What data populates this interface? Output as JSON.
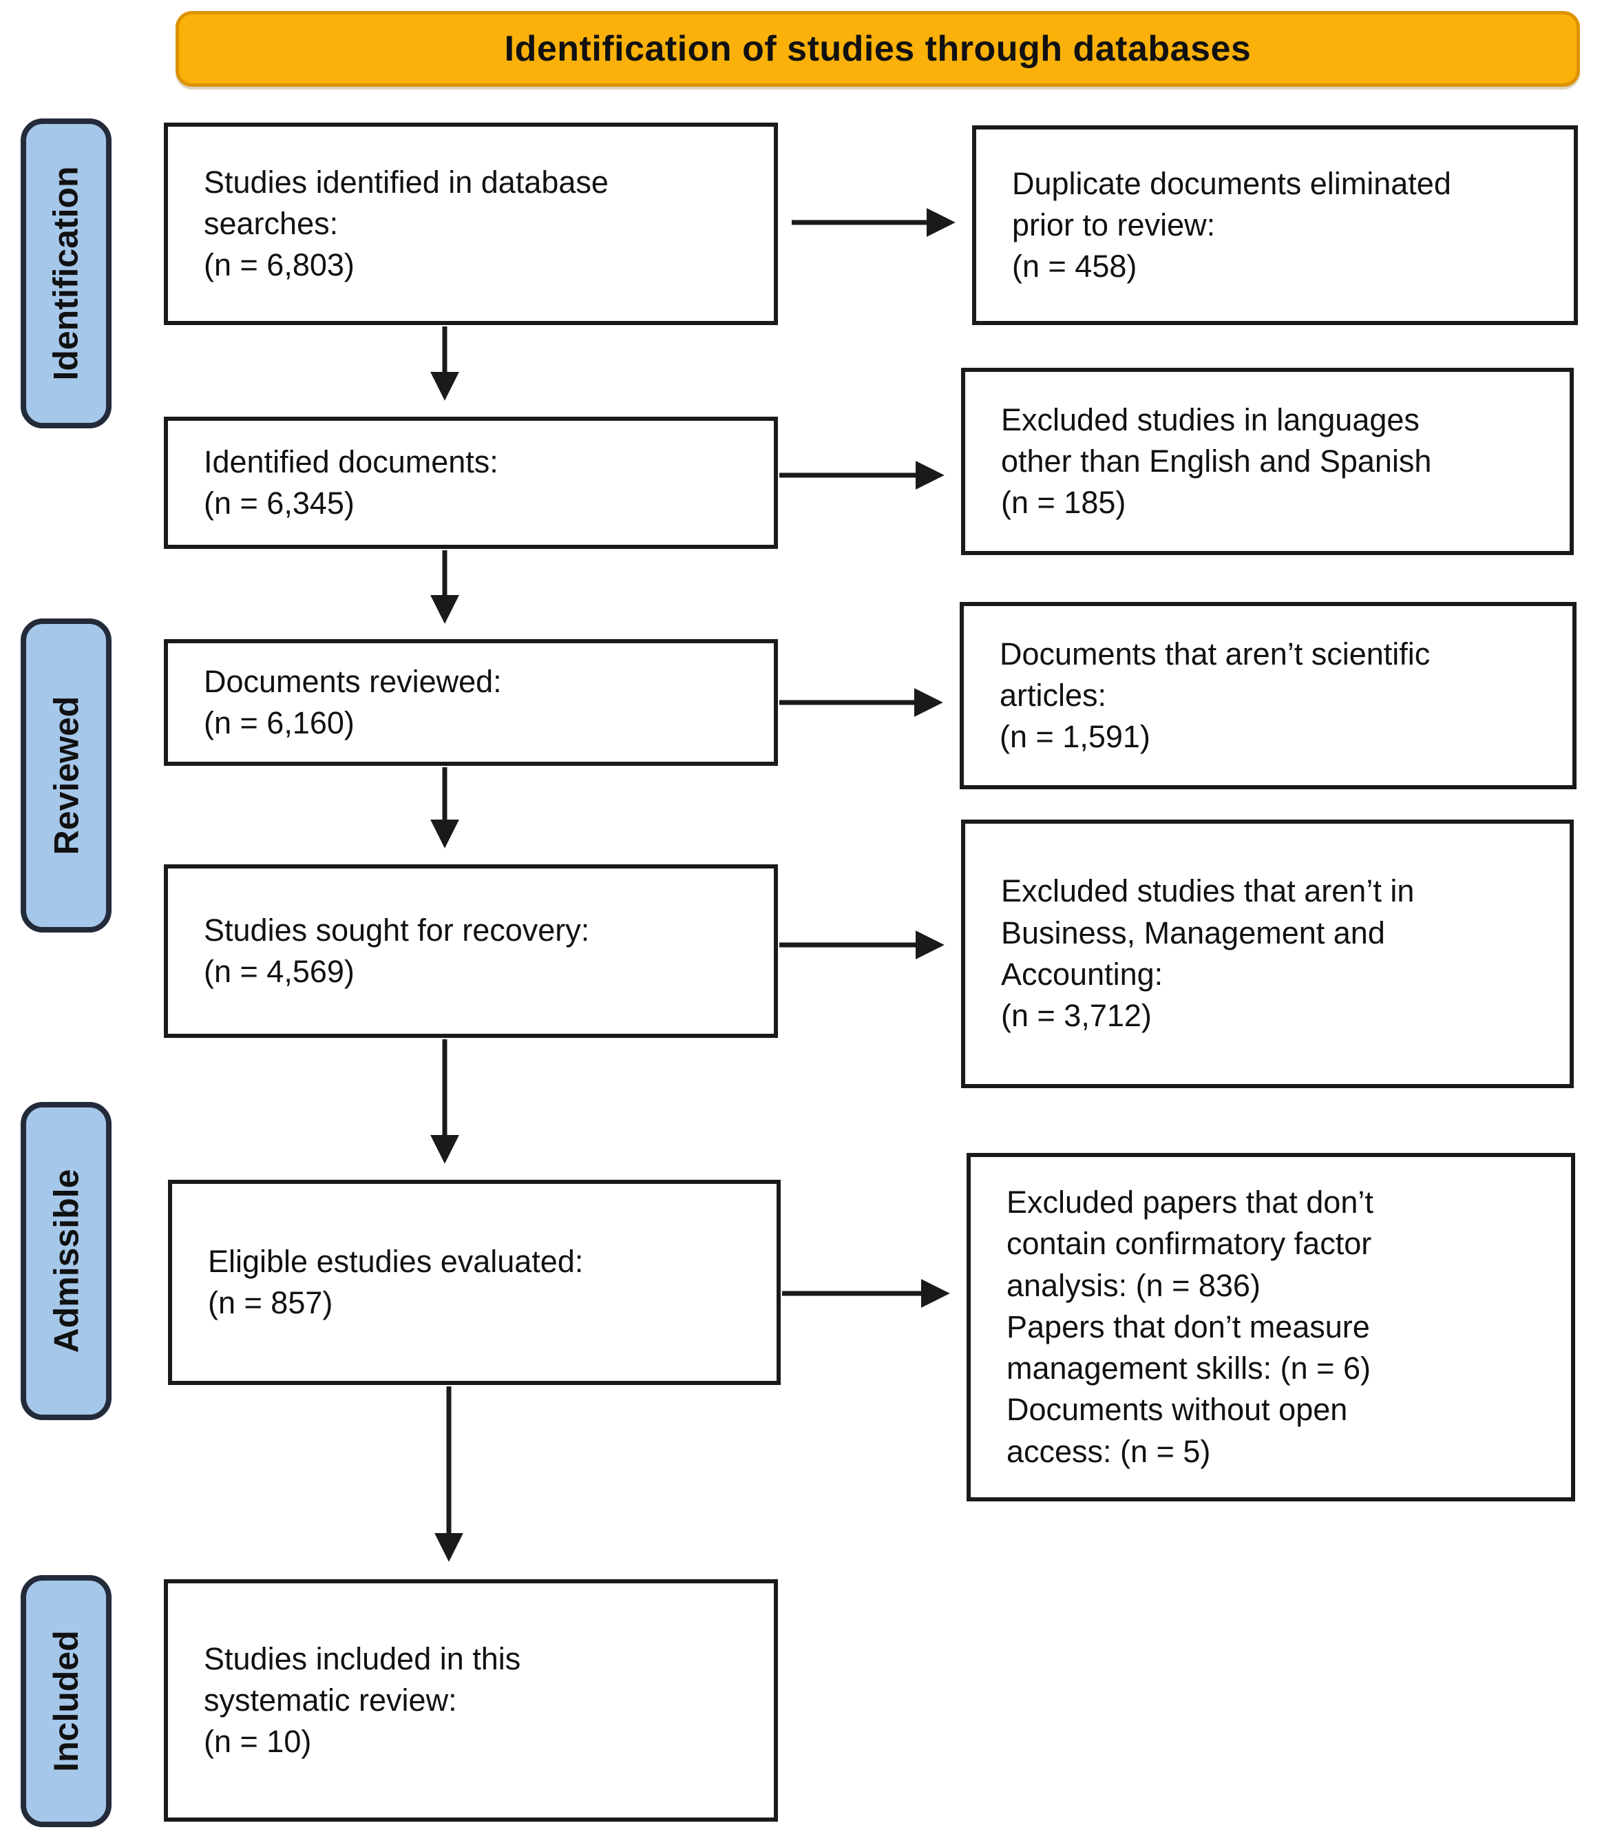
{
  "banner": {
    "label": "Identification of studies through databases"
  },
  "colors": {
    "banner_fill": "#FBB10A",
    "banner_border": "#DD9200",
    "stage_fill": "#A5C7E9",
    "stage_border": "#232B3A",
    "box_border": "#1A1A1A",
    "arrow": "#1A1A1A"
  },
  "stages": [
    {
      "label": "Identification"
    },
    {
      "label": "Reviewed"
    },
    {
      "label": "Admissible"
    },
    {
      "label": "Included"
    }
  ],
  "main_boxes": [
    {
      "text": "Studies identified in database\nsearches:\n(n = 6,803)"
    },
    {
      "text": "Identified documents:\n(n = 6,345)"
    },
    {
      "text": "Documents reviewed:\n(n = 6,160)"
    },
    {
      "text": "Studies sought for recovery:\n(n = 4,569)"
    },
    {
      "text": "Eligible estudies evaluated:\n(n = 857)"
    },
    {
      "text": "Studies included in this\nsystematic review:\n(n = 10)"
    }
  ],
  "exclusion_boxes": [
    {
      "text": "Duplicate documents eliminated\nprior to review:\n(n = 458)"
    },
    {
      "text": "Excluded studies in languages\nother than English and Spanish\n(n = 185)"
    },
    {
      "text": "Documents that aren’t scientific\narticles:\n(n = 1,591)"
    },
    {
      "text": "Excluded studies that aren’t in\nBusiness, Management and\nAccounting:\n(n = 3,712)"
    },
    {
      "text": "Excluded papers that don’t\ncontain confirmatory factor\nanalysis: (n = 836)\nPapers that don’t measure\nmanagement skills: (n = 6)\nDocuments without open\naccess: (n = 5)"
    }
  ]
}
